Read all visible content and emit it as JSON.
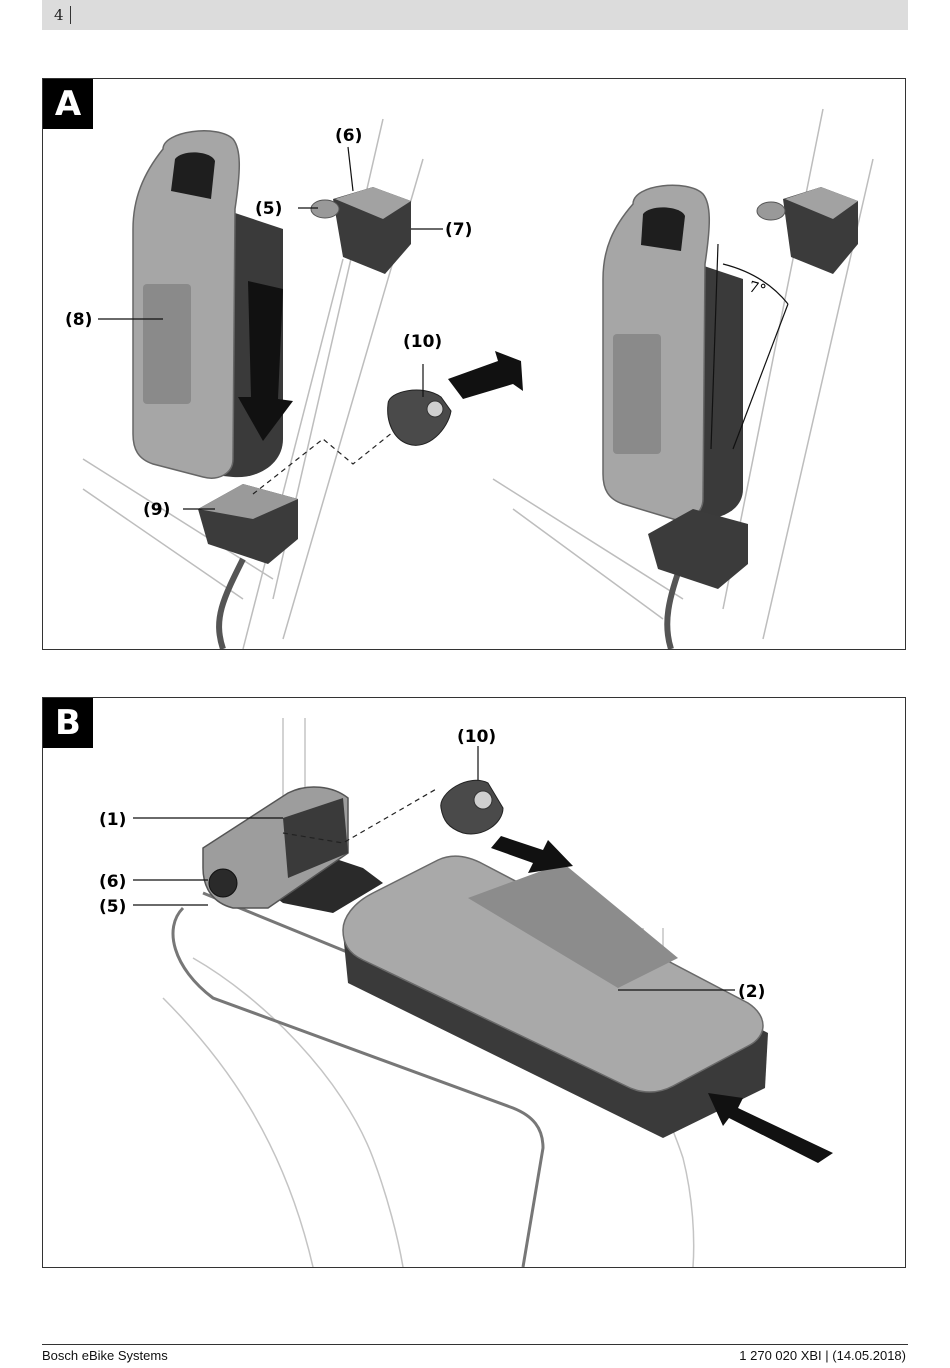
{
  "header": {
    "page_number": "4"
  },
  "figure_a": {
    "letter": "A",
    "labels": {
      "l5": "(5)",
      "l6": "(6)",
      "l7": "(7)",
      "l8": "(8)",
      "l9": "(9)",
      "l10": "(10)"
    },
    "angle": "7°"
  },
  "figure_b": {
    "letter": "B",
    "labels": {
      "l1": "(1)",
      "l2": "(2)",
      "l5": "(5)",
      "l6": "(6)",
      "l10": "(10)"
    }
  },
  "footer": {
    "left": "Bosch eBike Systems",
    "right": "1 270 020 XBI | (14.05.2018)"
  }
}
